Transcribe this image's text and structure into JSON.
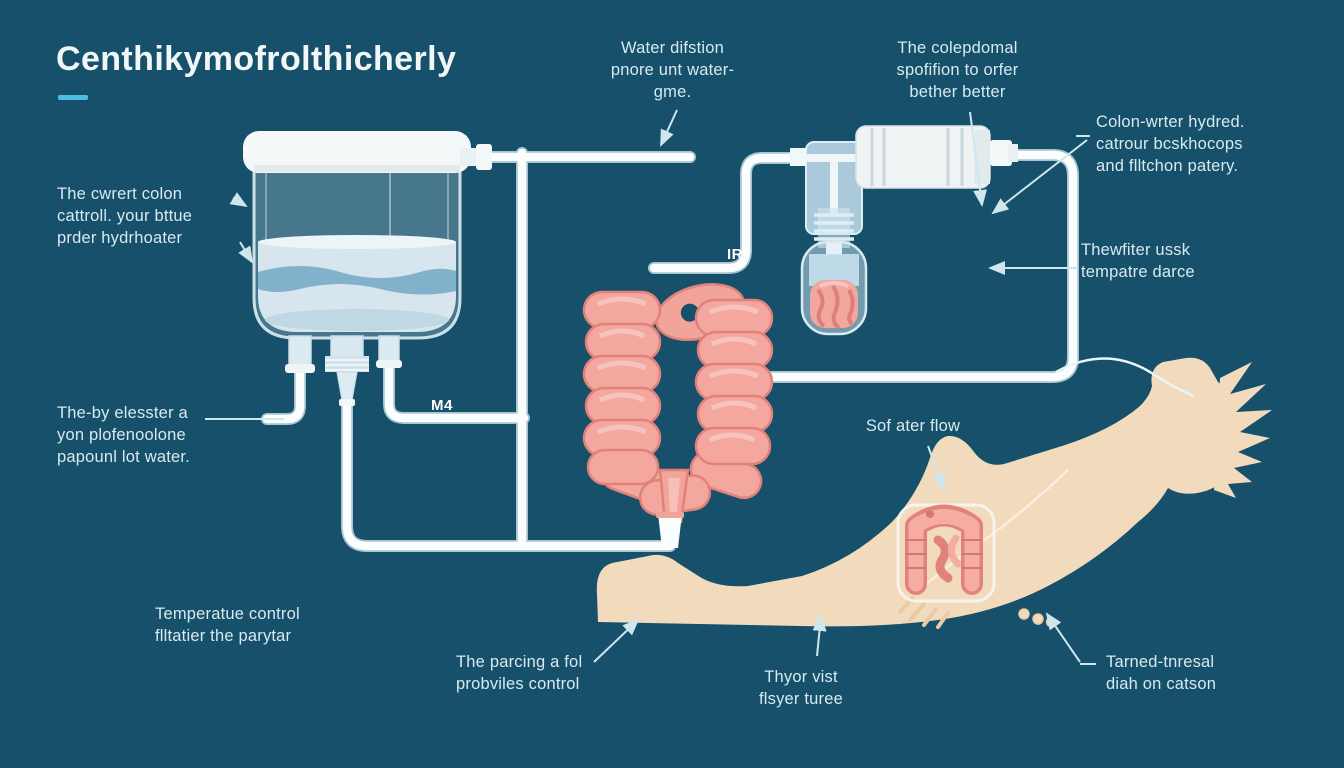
{
  "title": "Centhikymofrolthicherly",
  "pipe_labels": {
    "ir": "IR",
    "m4": "M4"
  },
  "annotations": {
    "water_dispersion": "Water difstion\npnore unt water-\ngme.",
    "colepdomal": "The colepdomal\nspofifion to orfer\nbether better",
    "colon_water": "Colon-wrter hydred.\ncatrour bcskhocops\nand flltchon patery.",
    "water_filter_temp": "Thewfiter ussk\ntempatre darce",
    "current_colon": "The cwrert colon\ncattroll. your bttue\nprder hydrhoater",
    "by_elesster": "The-by elesster a\nyon plofenoolone\npapounl lot water.",
    "temperature_control": "Temperatue control\nflltatier the parytar",
    "parcing_control": "The parcing a fol\nprobviles control",
    "thyor_vist": "Thyor vist\nflsyer turee",
    "tarned_thresal": "Tarned-tnresal\ndiah on catson",
    "soft_water_flow": "Sof ater flow"
  },
  "colors": {
    "background": "#16506A",
    "accent_underline": "#4AC0E0",
    "label_text": "#D8E9EF",
    "pipe_white": "#FBFEFE",
    "colon_pink": "#F3A79E",
    "colon_outline": "#E0827A",
    "skin": "#F2DABC",
    "water": "#D7E6EE",
    "water_wave": "#79ABC6"
  }
}
